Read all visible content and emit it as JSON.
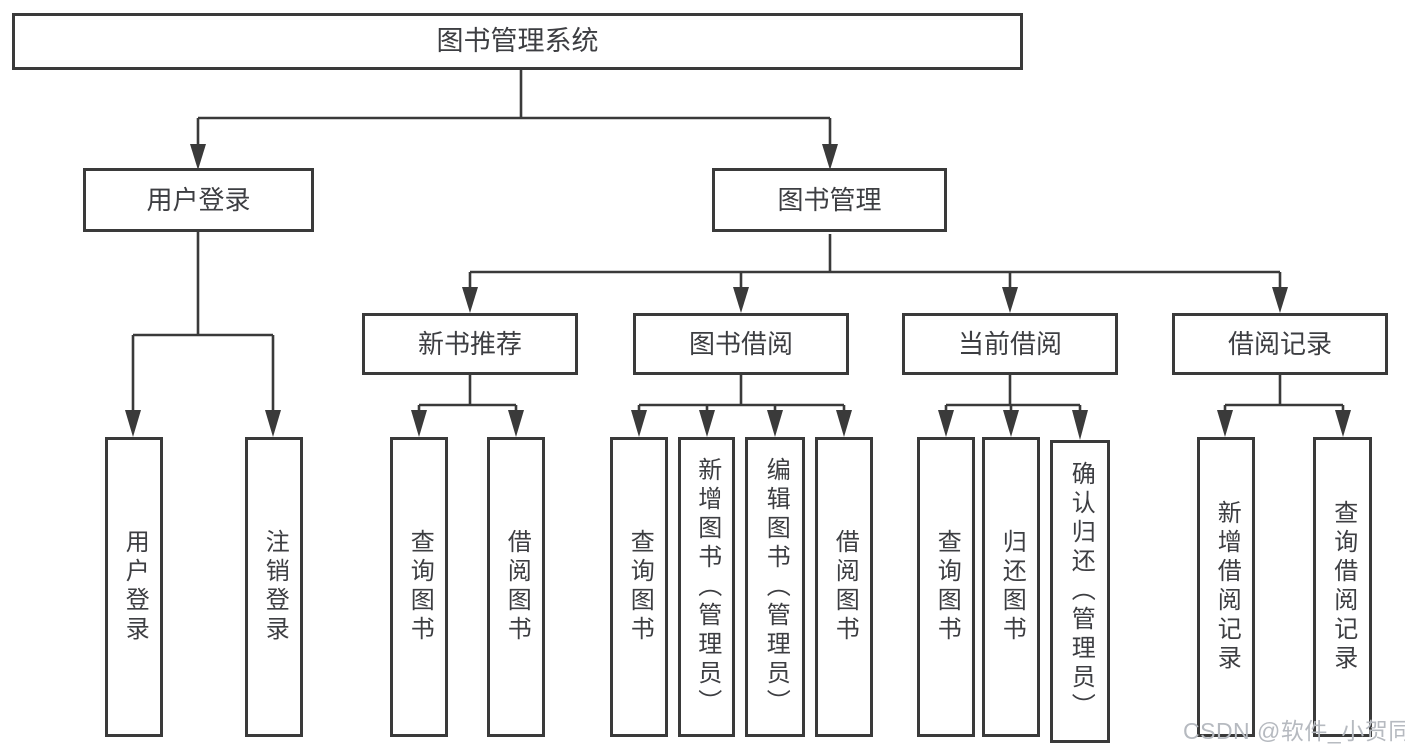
{
  "colors": {
    "line": "#3a3a3a",
    "text": "#3d3e42",
    "background": "#ffffff",
    "watermark": "#b6bac0"
  },
  "watermark": {
    "text": "CSDN @软件_小贺同学"
  },
  "tree": {
    "root": {
      "label": "图书管理系统"
    },
    "branches": [
      {
        "label": "用户登录",
        "children": [
          {
            "label": "用户登录"
          },
          {
            "label": "注销登录"
          }
        ]
      },
      {
        "label": "图书管理",
        "children": [
          {
            "label": "新书推荐",
            "children": [
              {
                "label": "查询图书"
              },
              {
                "label": "借阅图书"
              }
            ]
          },
          {
            "label": "图书借阅",
            "children": [
              {
                "label": "查询图书"
              },
              {
                "label": "新增图书（管理员）"
              },
              {
                "label": "编辑图书（管理员）"
              },
              {
                "label": "借阅图书"
              }
            ]
          },
          {
            "label": "当前借阅",
            "children": [
              {
                "label": "查询图书"
              },
              {
                "label": "归还图书"
              },
              {
                "label": "确认归还（管理员）"
              }
            ]
          },
          {
            "label": "借阅记录",
            "children": [
              {
                "label": "新增借阅记录"
              },
              {
                "label": "查询借阅记录"
              }
            ]
          }
        ]
      }
    ]
  }
}
